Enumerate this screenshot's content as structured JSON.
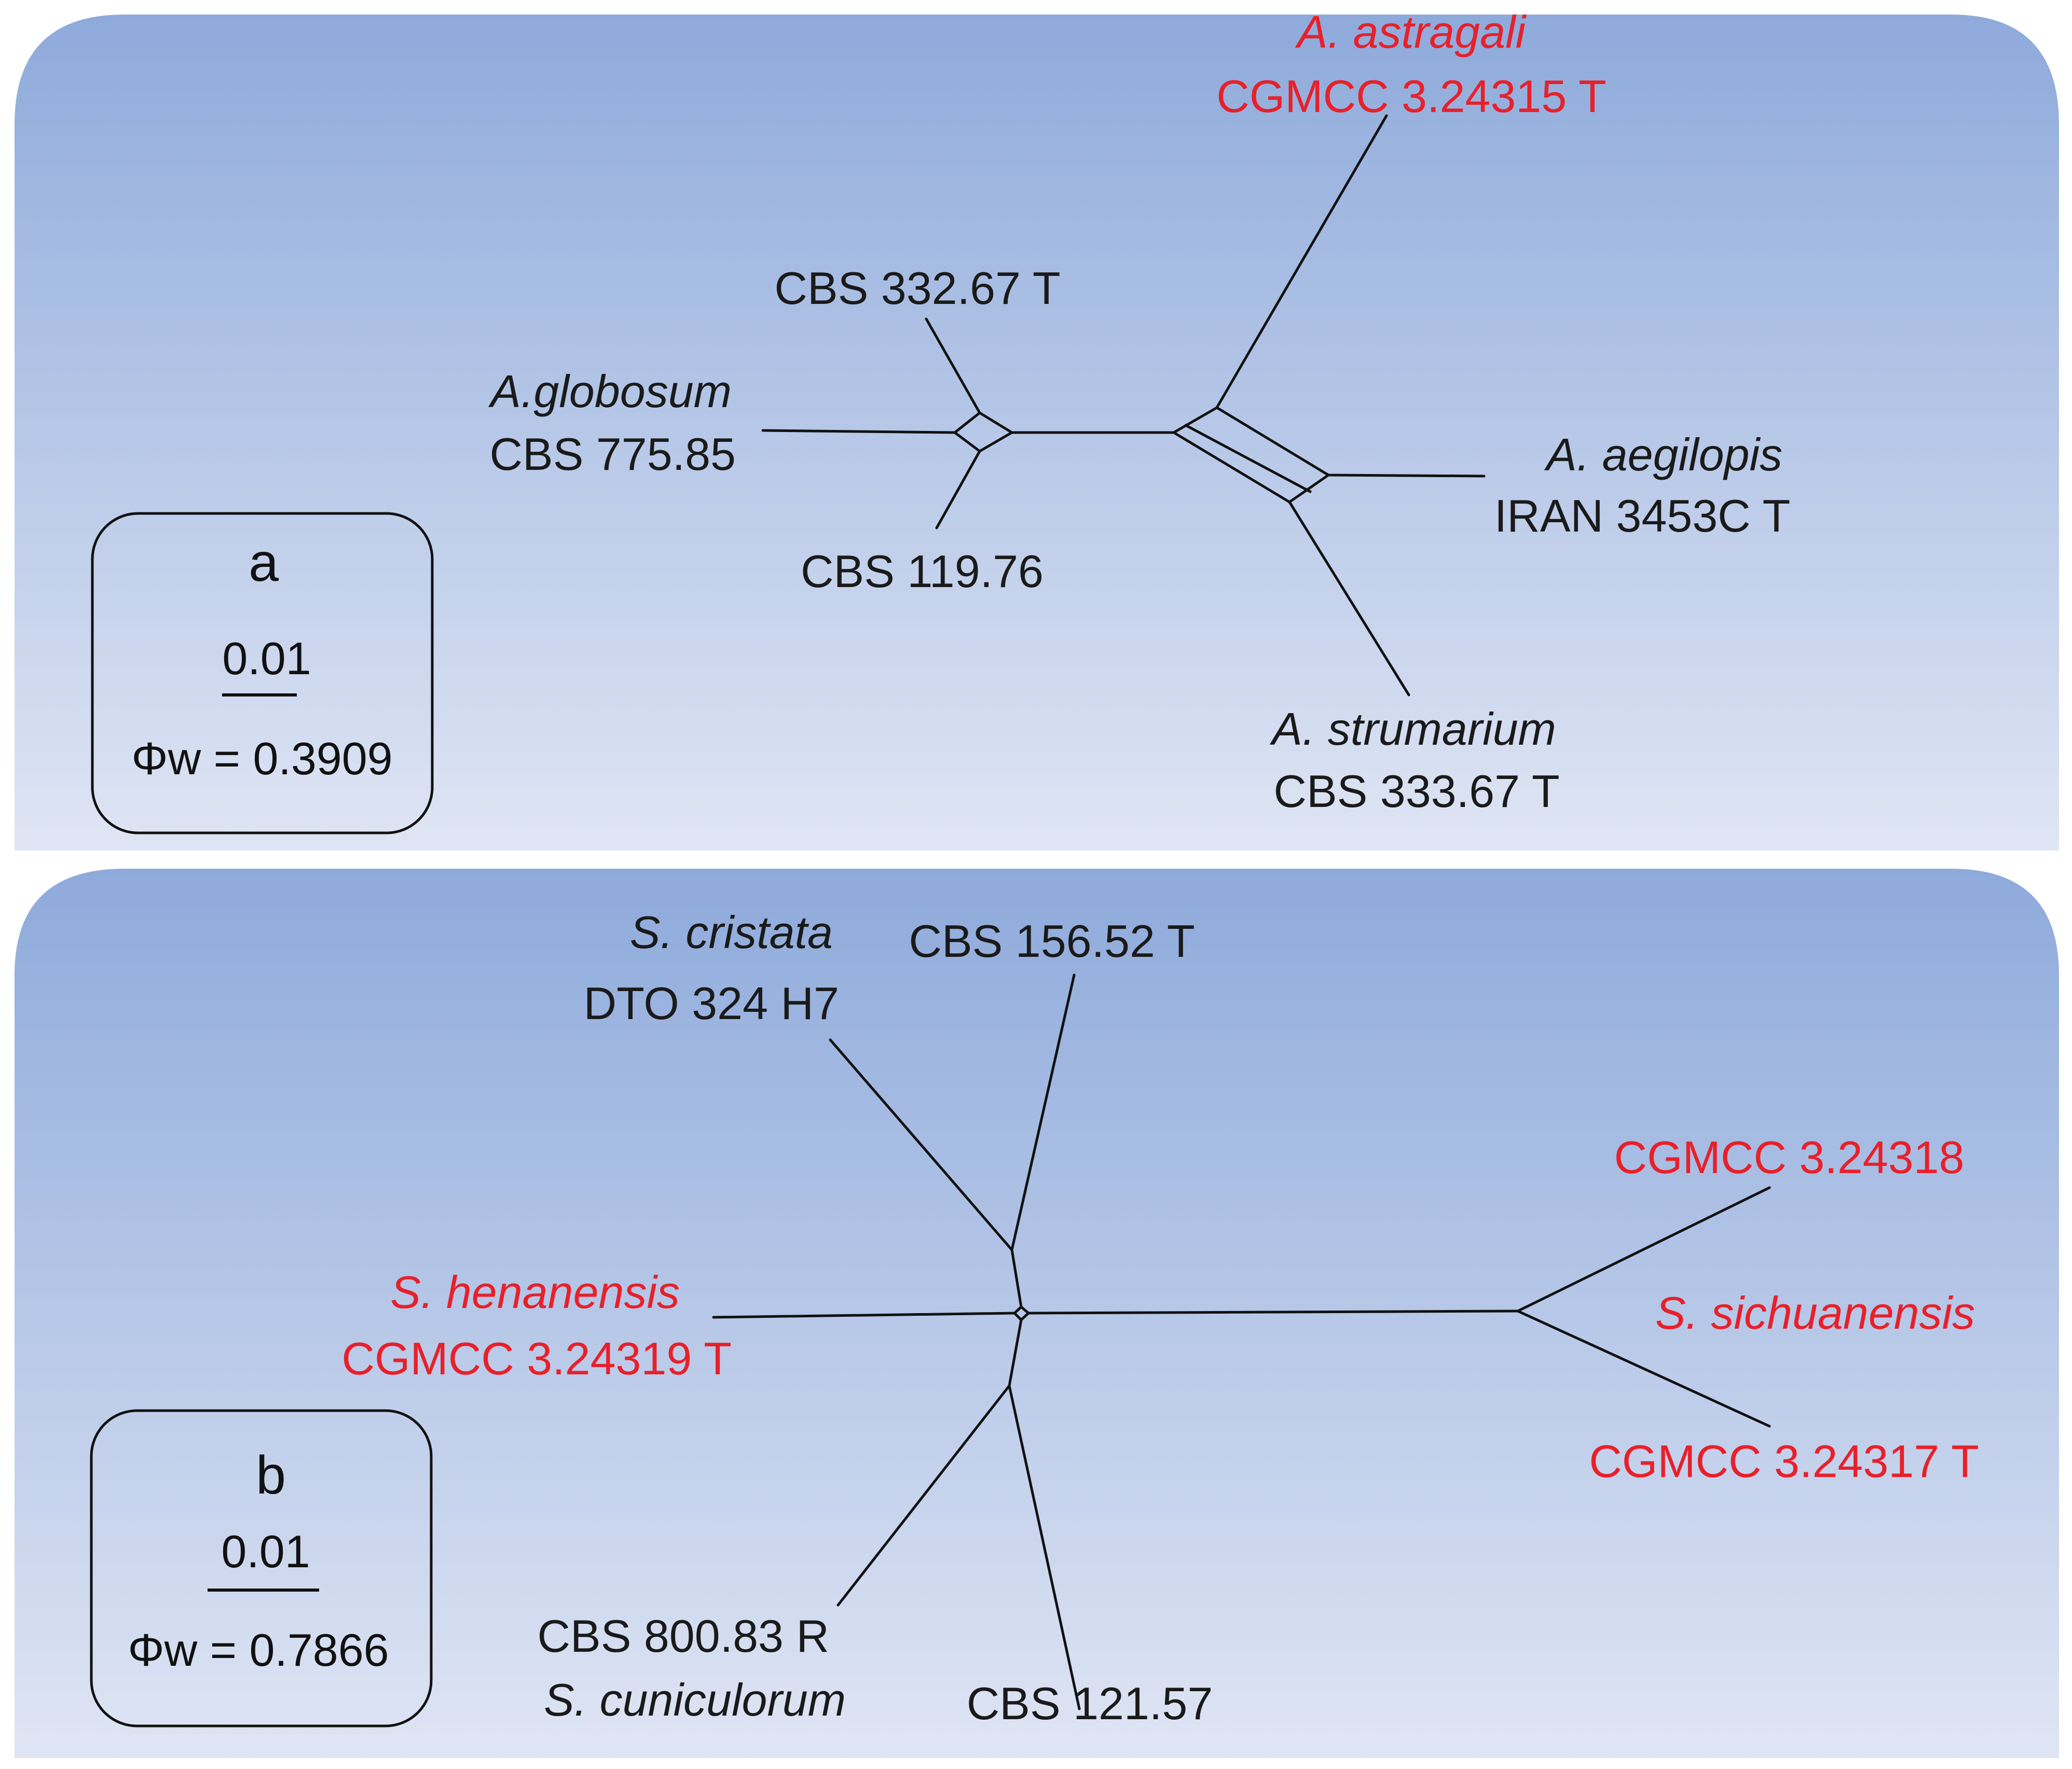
{
  "colors": {
    "panel_top": "#8eaadb",
    "panel_bottom": "#dfe5f4",
    "novel_taxon": "#e8202a",
    "reference_taxon": "#1a1a1a"
  },
  "panel_a": {
    "label": "a",
    "scale": "0.01",
    "phi": "Φw = 0.3909",
    "taxa": {
      "astragali_species": "A. astragali",
      "astragali_strain": "CGMCC 3.24315 T",
      "globosum_species": "A.globosum",
      "globosum_strain": "CBS 775.85",
      "cbs33267": "CBS 332.67 T",
      "cbs11976": "CBS 119.76",
      "aegilopis_species": "A. aegilopis",
      "aegilopis_strain": "IRAN 3453C T",
      "strumarium_species": "A. strumarium",
      "strumarium_strain": "CBS 333.67 T"
    }
  },
  "panel_b": {
    "label": "b",
    "scale": "0.01",
    "phi": "Φw = 0.7866",
    "taxa": {
      "cristata_species": "S. cristata",
      "cristata_strain": "DTO 324 H7",
      "cbs15652": "CBS 156.52 T",
      "cgmcc24318": "CGMCC 3.24318",
      "sichuanensis_species": "S. sichuanensis",
      "cgmcc24317": "CGMCC 3.24317 T",
      "henanensis_species": "S. henanensis",
      "henanensis_strain": "CGMCC 3.24319 T",
      "cbs80083": "CBS 800.83 R",
      "cuniculorum_species": "S. cuniculorum",
      "cbs12157": "CBS 121.57"
    }
  }
}
